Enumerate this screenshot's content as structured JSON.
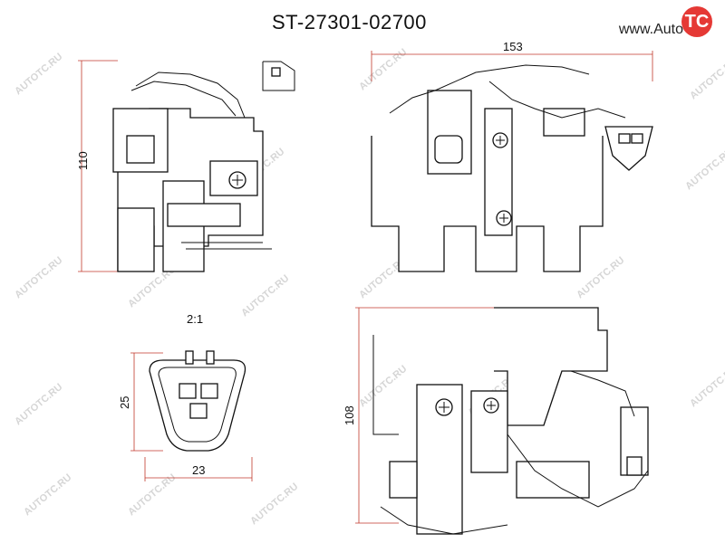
{
  "header": {
    "part_number": "ST-27301-02700",
    "site_url": "www.Auto",
    "logo_badge": "TC",
    "logo_color": "#e53935"
  },
  "watermark": {
    "text": "AUTOTC.RU"
  },
  "dimensions": {
    "top_left_height": "110",
    "top_right_width": "153",
    "connector_scale": "2:1",
    "connector_height": "25",
    "connector_width": "23",
    "bottom_right_height": "108"
  },
  "colors": {
    "dimension_lines": "#c0392b",
    "watermark": "#d6d6d6"
  }
}
